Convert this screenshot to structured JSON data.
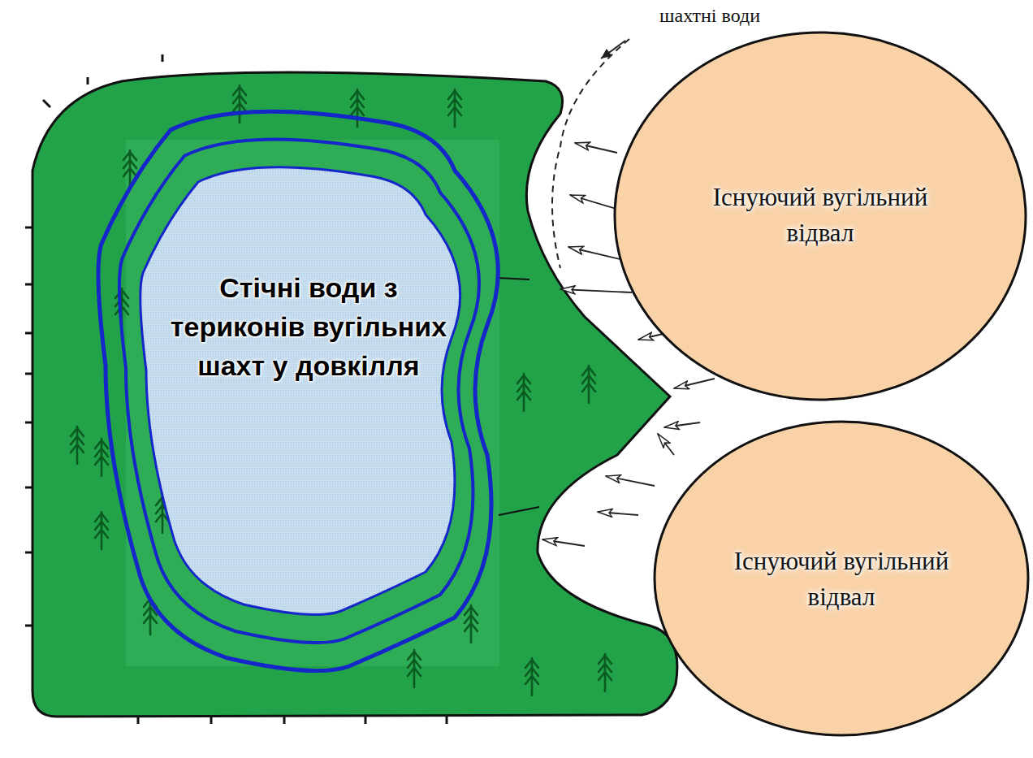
{
  "diagram": {
    "nodes": [
      {
        "text": [
          "Стічні води з териконів вугільних шахт у довкілля"
        ]
      },
      {
        "text": [
          "Існуючий вугільний відвал"
        ]
      },
      {
        "text": [
          "Існуючий вугільний відвал"
        ]
      }
    ],
    "labels": [
      "шахтні води"
    ]
  }
}
